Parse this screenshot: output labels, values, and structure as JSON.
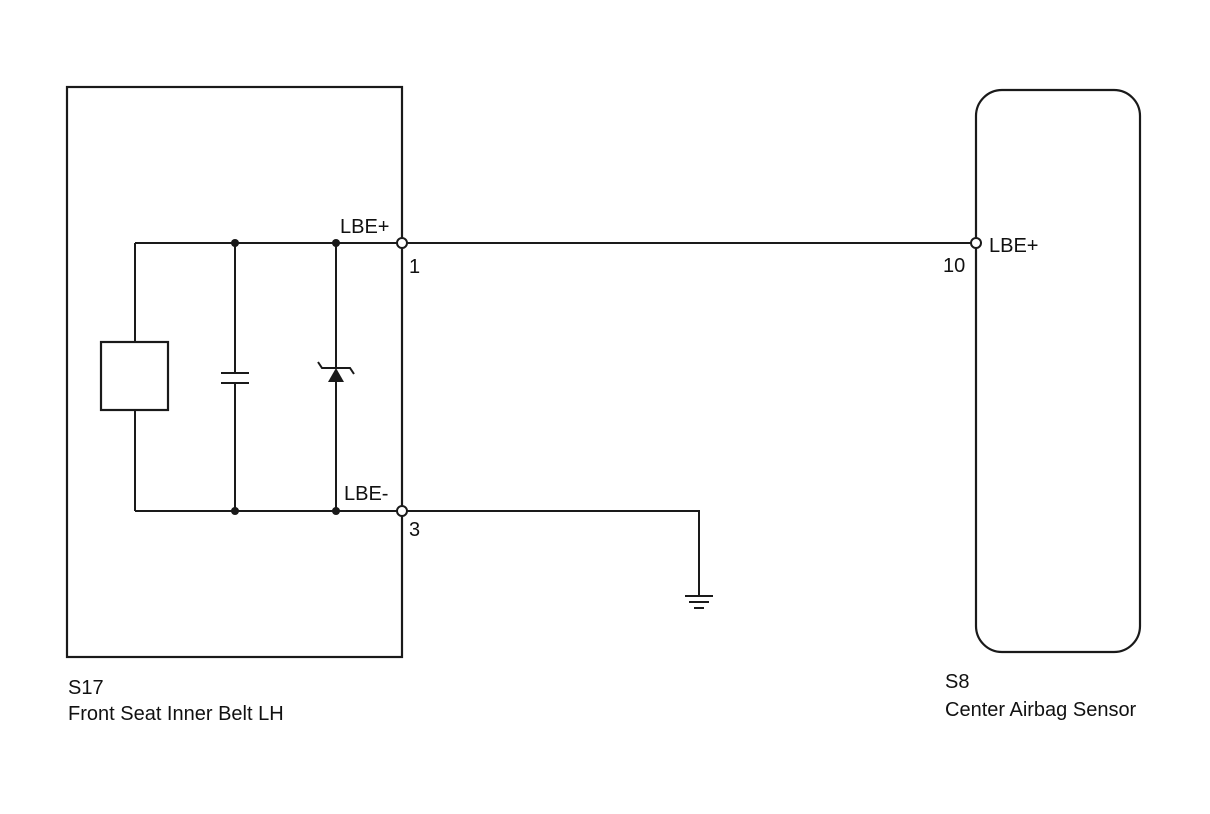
{
  "components": {
    "s17": {
      "code": "S17",
      "name": "Front Seat Inner Belt LH"
    },
    "s8": {
      "code": "S8",
      "name": "Center Airbag Sensor"
    }
  },
  "terminals": {
    "s17_top": {
      "signal": "LBE+",
      "pin": "1"
    },
    "s17_bottom": {
      "signal": "LBE-",
      "pin": "3"
    },
    "s8_input": {
      "signal": "LBE+",
      "pin": "10"
    }
  }
}
